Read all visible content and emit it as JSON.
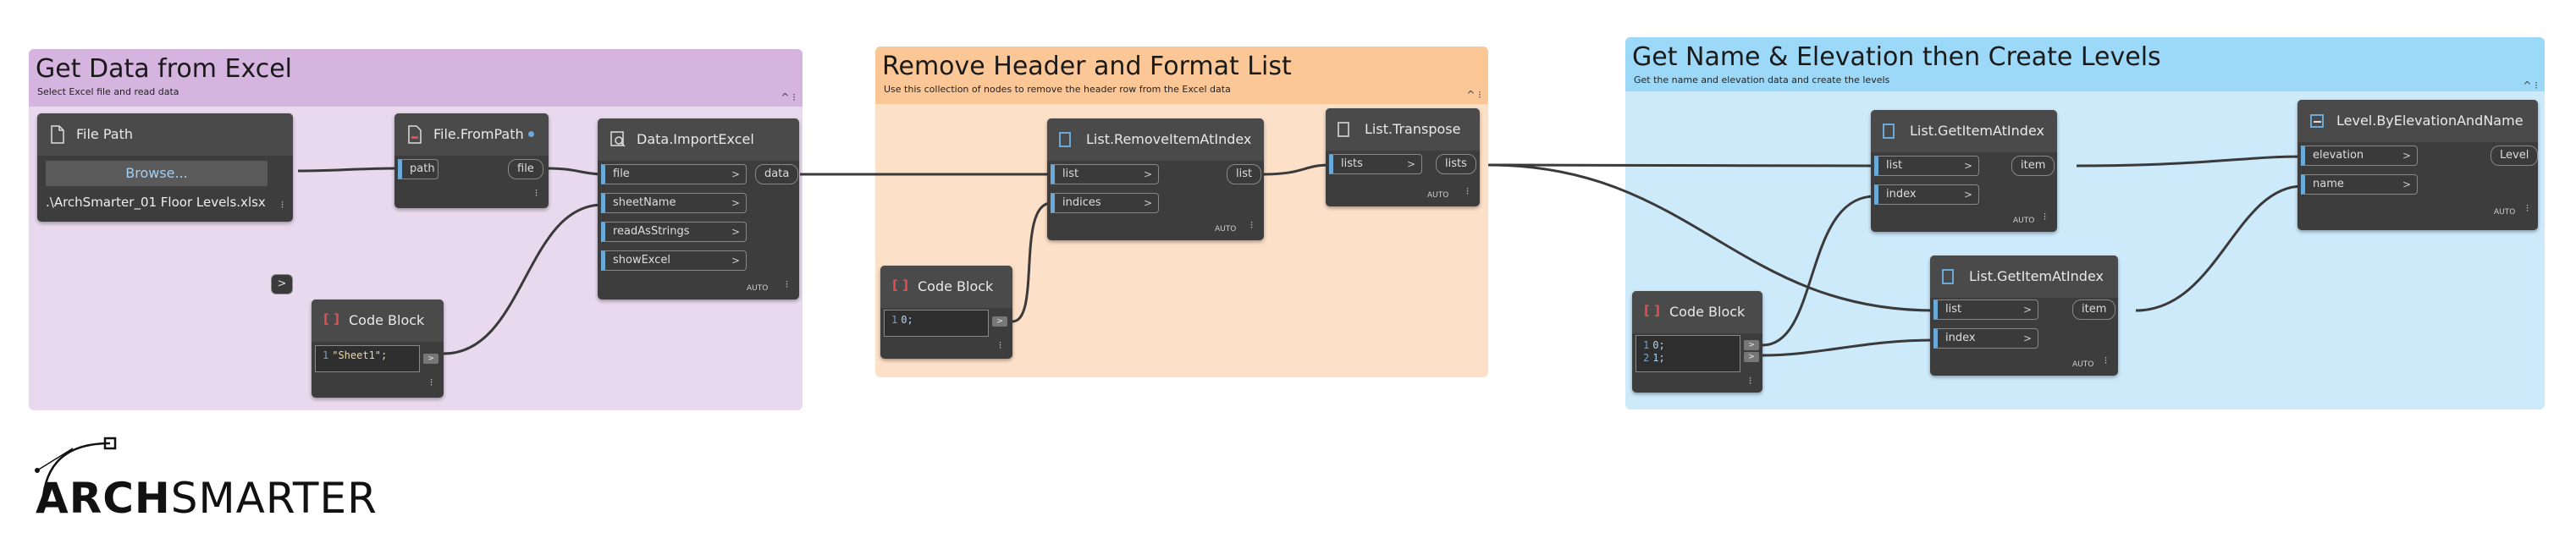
{
  "groups": {
    "excel": {
      "title": "Get Data from Excel",
      "desc": "Select Excel file and read data",
      "color": "#e8d9ee",
      "header_color": "#d5b4e0"
    },
    "format": {
      "title": "Remove Header and Format List",
      "desc": "Use this collection of nodes to remove the header row from the Excel data",
      "color": "#fde0c8",
      "header_color": "#fcc797"
    },
    "levels": {
      "title": "Get Name & Elevation then Create Levels",
      "desc": "Get the name and elevation data and create the levels",
      "color": "#cdeafb",
      "header_color": "#9cd8f8"
    }
  },
  "nodes": {
    "file_path": {
      "title": "File Path",
      "button": "Browse...",
      "value": ".\\ArchSmarter_01 Floor Levels.xlsx",
      "out": ">"
    },
    "file_from_path": {
      "title": "File.FromPath",
      "inputs": [
        "path"
      ],
      "outputs": [
        "file"
      ]
    },
    "import_excel": {
      "title": "Data.ImportExcel",
      "inputs": [
        "file",
        "sheetName",
        "readAsStrings",
        "showExcel"
      ],
      "outputs": [
        "data"
      ],
      "lacing": "AUTO"
    },
    "code_block_1": {
      "title": "Code Block",
      "lines": [
        {
          "n": "1",
          "code": "\"Sheet1\";"
        }
      ],
      "out": ">"
    },
    "remove_item": {
      "title": "List.RemoveItemAtIndex",
      "inputs": [
        "list",
        "indices"
      ],
      "outputs": [
        "list"
      ],
      "lacing": "AUTO"
    },
    "transpose": {
      "title": "List.Transpose",
      "inputs": [
        "lists"
      ],
      "outputs": [
        "lists"
      ],
      "lacing": "AUTO"
    },
    "code_block_2": {
      "title": "Code Block",
      "lines": [
        {
          "n": "1",
          "code": "0;"
        }
      ],
      "out": ">"
    },
    "get_item_1": {
      "title": "List.GetItemAtIndex",
      "inputs": [
        "list",
        "index"
      ],
      "outputs": [
        "item"
      ],
      "lacing": "AUTO"
    },
    "get_item_2": {
      "title": "List.GetItemAtIndex",
      "inputs": [
        "list",
        "index"
      ],
      "outputs": [
        "item"
      ],
      "lacing": "AUTO"
    },
    "code_block_3": {
      "title": "Code Block",
      "lines": [
        {
          "n": "1",
          "code": "0;"
        },
        {
          "n": "2",
          "code": "1;"
        }
      ],
      "out": ">"
    },
    "level": {
      "title": "Level.ByElevationAndName",
      "inputs": [
        "elevation",
        "name"
      ],
      "outputs": [
        "Level"
      ],
      "lacing": "AUTO"
    }
  },
  "arrow": ">",
  "chevron": "^ ⁝",
  "logo": {
    "text_bold": "ARCH",
    "text_light": "SMARTER"
  },
  "colors": {
    "node_bg": "#3d3d3d",
    "wire": "#3a3a3a",
    "port_accent": "#6aa9d8"
  }
}
